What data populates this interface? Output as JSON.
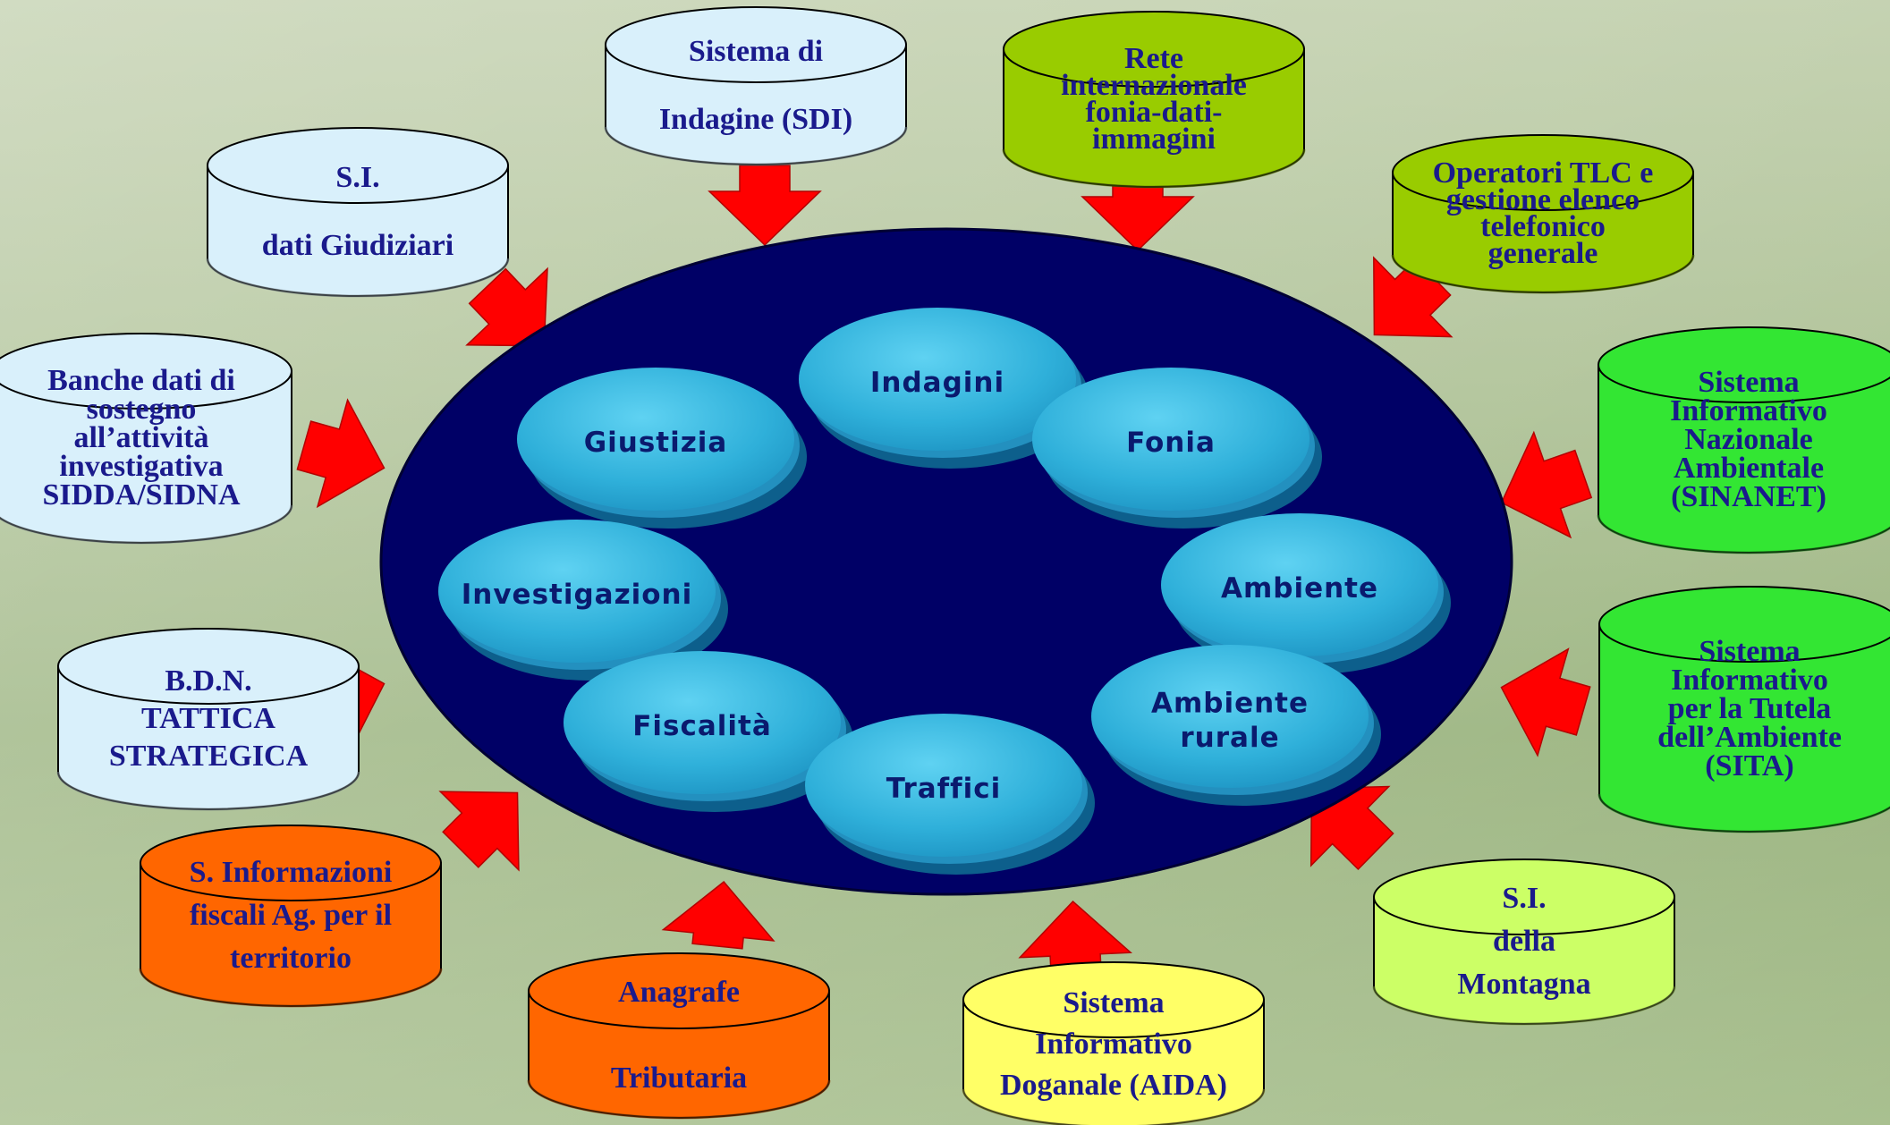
{
  "center": {
    "sectors": [
      {
        "id": "indagini",
        "label": [
          "Indagini"
        ]
      },
      {
        "id": "giustizia",
        "label": [
          "Giustizia"
        ]
      },
      {
        "id": "fonia",
        "label": [
          "Fonia"
        ]
      },
      {
        "id": "investigazioni",
        "label": [
          "Investigazioni"
        ]
      },
      {
        "id": "ambiente",
        "label": [
          "Ambiente"
        ]
      },
      {
        "id": "fiscalita",
        "label": [
          "Fiscalità"
        ]
      },
      {
        "id": "ambiente-rurale",
        "label": [
          "Ambiente",
          "rurale"
        ]
      },
      {
        "id": "traffici",
        "label": [
          "Traffici"
        ]
      }
    ]
  },
  "databases": [
    {
      "id": "sdi",
      "lines": [
        "Sistema di",
        "",
        "Indagine (SDI)"
      ],
      "color": "#d9f0fb"
    },
    {
      "id": "rete-internazionale",
      "lines": [
        "Rete",
        "internazionale",
        "fonia-dati-",
        "immagini"
      ],
      "color": "#99cc00"
    },
    {
      "id": "dati-giudiziari",
      "lines": [
        "S.I.",
        "",
        "dati Giudiziari"
      ],
      "color": "#d9f0fb"
    },
    {
      "id": "operatori-tlc",
      "lines": [
        "Operatori TLC e",
        "gestione elenco",
        "telefonico",
        "generale"
      ],
      "color": "#99cc00"
    },
    {
      "id": "sidda-sidna",
      "lines": [
        "Banche dati di",
        "sostegno",
        "all’attività",
        "investigativa",
        "SIDDA/SIDNA"
      ],
      "color": "#d9f0fb"
    },
    {
      "id": "sinanet",
      "lines": [
        "Sistema",
        "Informativo",
        "Nazionale",
        "Ambientale",
        "(SINANET)"
      ],
      "color": "#33e633"
    },
    {
      "id": "bdn",
      "lines": [
        "B.D.N.",
        "TATTICA",
        "STRATEGICA"
      ],
      "color": "#d9f0fb"
    },
    {
      "id": "sita",
      "lines": [
        "Sistema",
        "Informativo",
        "per la Tutela",
        "dell’Ambiente",
        "(SITA)"
      ],
      "color": "#33e633"
    },
    {
      "id": "informazioni-fiscali",
      "lines": [
        "S. Informazioni",
        "fiscali Ag. per il",
        "territorio"
      ],
      "color": "#ff6600"
    },
    {
      "id": "montagna",
      "lines": [
        "S.I.",
        "della",
        "Montagna"
      ],
      "color": "#ccff66"
    },
    {
      "id": "anagrafe-tributaria",
      "lines": [
        "Anagrafe",
        "",
        "Tributaria"
      ],
      "color": "#ff6600"
    },
    {
      "id": "aida",
      "lines": [
        "Sistema",
        "Informativo",
        "Doganale (AIDA)"
      ],
      "color": "#ffff66"
    }
  ],
  "colors": {
    "ellipse": "#000066",
    "sector": "#33b5dd",
    "arrow": "#ff0000",
    "label": "#1a1a8c"
  }
}
